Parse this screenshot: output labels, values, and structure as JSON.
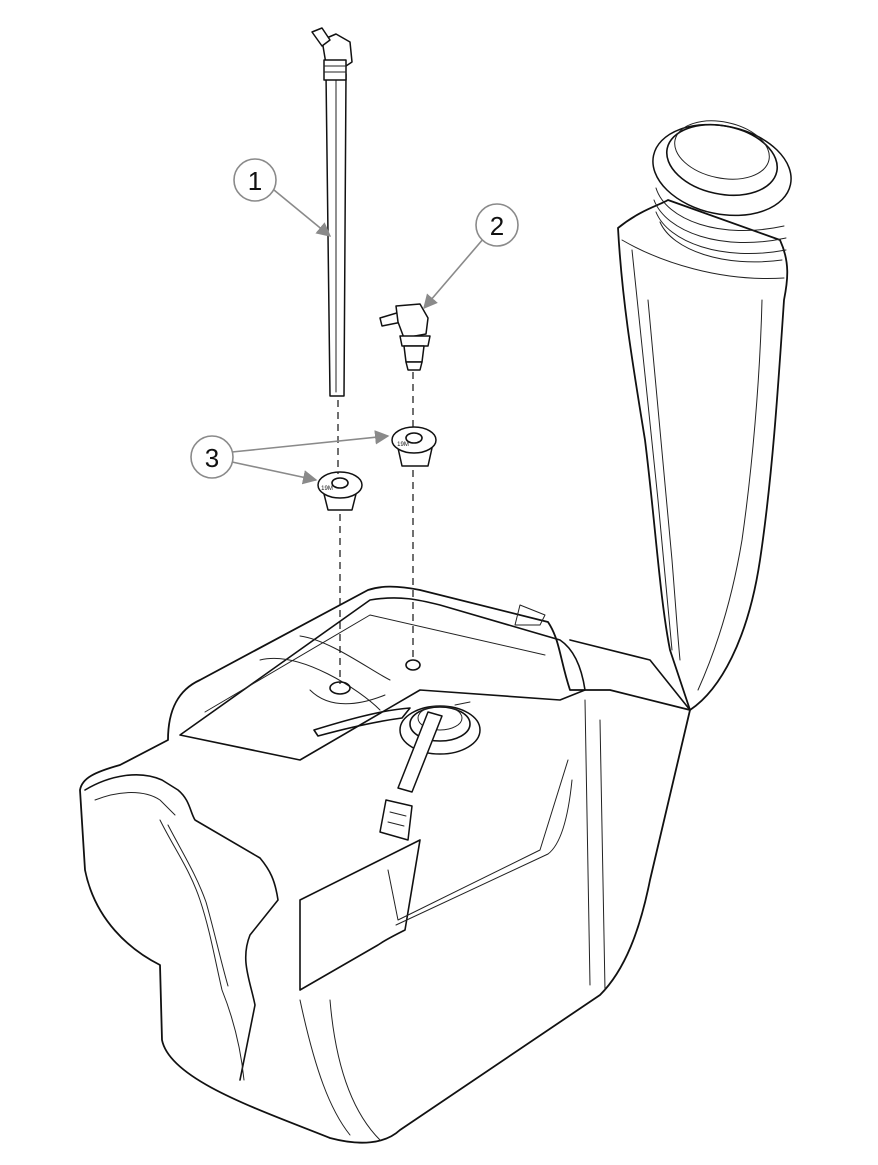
{
  "callouts": [
    {
      "id": "callout-1",
      "label": "1"
    },
    {
      "id": "callout-2",
      "label": "2"
    },
    {
      "id": "callout-3",
      "label": "3"
    }
  ],
  "grommet_marking": "19M"
}
